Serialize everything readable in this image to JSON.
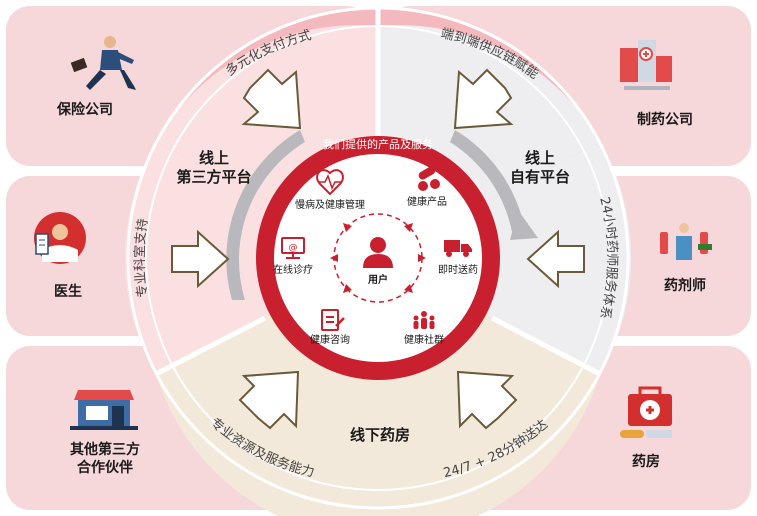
{
  "corners": {
    "insurance": "保险公司",
    "pharma": "制药公司",
    "doctor": "医生",
    "pharmacist": "药剂师",
    "partners_line1": "其他第三方",
    "partners_line2": "合作伙伴",
    "pharmacy": "药房"
  },
  "ring_texts": {
    "top_left": "多元化支付方式",
    "top_right": "端到端供应链赋能",
    "right": "24小时药师服务体系",
    "left": "专业科室支持",
    "bottom_left": "专业资源及服务能力",
    "bottom_right": "24/7 + 28分钟送达"
  },
  "quadrants": {
    "tl_line1": "线上",
    "tl_line2": "第三方平台",
    "tr_line1": "线上",
    "tr_line2": "自有平台",
    "bottom": "线下药房"
  },
  "center": {
    "title": "我们提供的产品及服务",
    "user": "用户",
    "services": {
      "chronic": "慢病及健康管理",
      "products": "健康产品",
      "consult_online": "在线诊疗",
      "delivery": "即时送药",
      "counsel": "健康咨询",
      "community": "健康社群"
    }
  },
  "colors": {
    "brand_red": "#c8202e",
    "light_pink": "#f7d5d8",
    "ring_pink": "#f4b9bf",
    "cream": "#f3e9db",
    "grey_light": "#efeff1"
  }
}
